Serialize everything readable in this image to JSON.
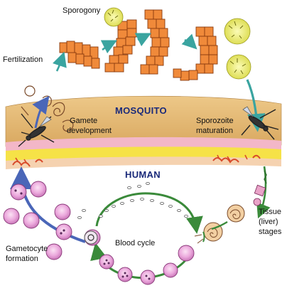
{
  "labels": {
    "sporogony": "Sporogony",
    "fertilization": "Fertilization",
    "mosquito": "MOSQUITO",
    "gamete_line1": "Gamete",
    "gamete_line2": "development",
    "sporozoite_line1": "Sporozoite",
    "sporozoite_line2": "maturation",
    "human": "HUMAN",
    "tissue_line1": "Tissue",
    "tissue_line2": "(liver)",
    "tissue_line3": "stages",
    "blood_cycle": "Blood cycle",
    "gametocyte_line1": "Gametocyte",
    "gametocyte_line2": "formation"
  },
  "colors": {
    "mosquito_band": "#e0b66a",
    "skin_pink": "#f3b7c8",
    "fat_yellow": "#f6e247",
    "cell_orange": "#f08a3a",
    "cell_outline": "#8a3a0e",
    "cyst_yellow": "#eef07a",
    "arrow_blue": "#4a66b8",
    "arrow_teal": "#3aa4a0",
    "arrow_green": "#3a8a3a",
    "rbc_pink": "#e7a6d8",
    "human_text": "#1a2a7a"
  }
}
